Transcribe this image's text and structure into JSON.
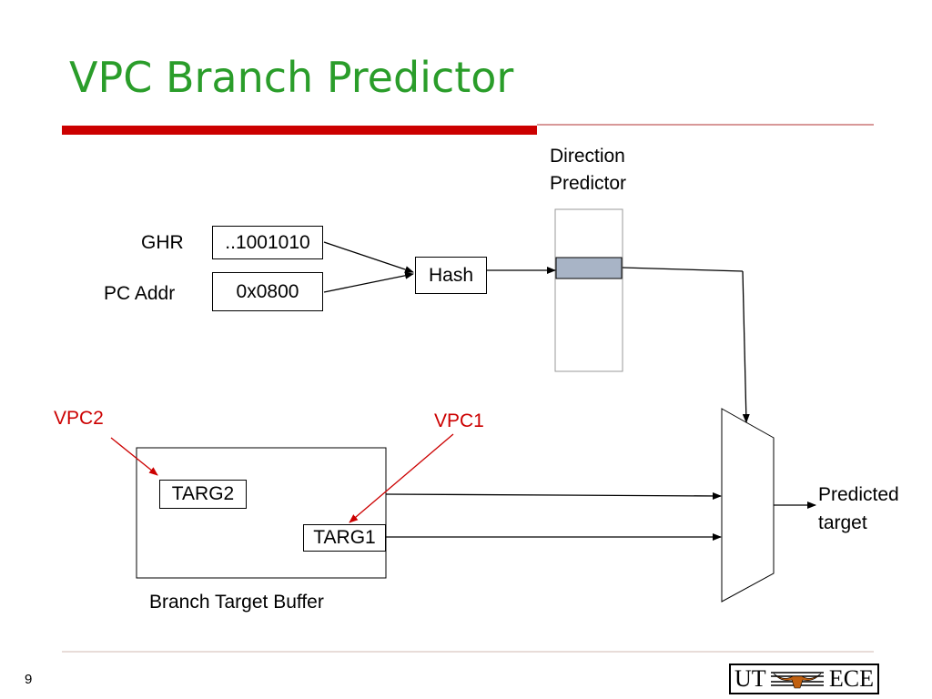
{
  "title": "VPC Branch Predictor",
  "direction_predictor_label": [
    "Direction",
    "Predictor"
  ],
  "ghr_label": "GHR",
  "ghr_value": "..1001010",
  "pc_label": "PC Addr",
  "pc_value": "0x0800",
  "hash_label": "Hash",
  "vpc2_label": "VPC2",
  "vpc1_label": "VPC1",
  "targ2_label": "TARG2",
  "targ1_label": "TARG1",
  "btb_label": "Branch Target Buffer",
  "predicted_target_label": [
    "Predicted",
    "target"
  ],
  "page_number": "9",
  "logo": {
    "left_text": "UT",
    "right_text": "ECE"
  },
  "colors": {
    "title": "#2a9d2a",
    "accent_red": "#cc0000",
    "title_bar": "#cc0000",
    "predictor_entry": "#a8b4c6"
  }
}
